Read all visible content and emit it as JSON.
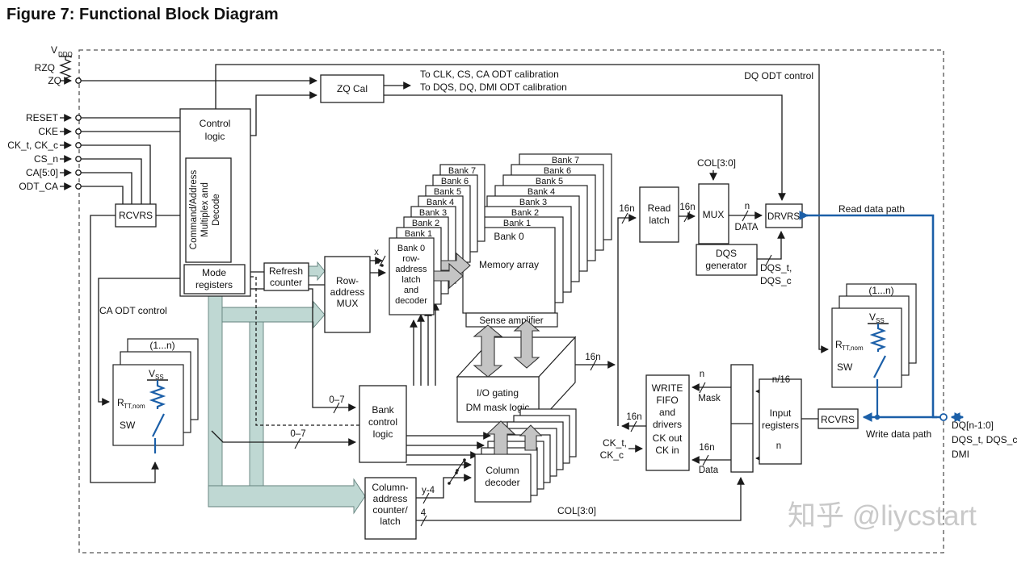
{
  "title": "Figure 7: Functional Block Diagram",
  "watermark": "知乎 @liycstart",
  "signals": {
    "vddq_base": "V",
    "vddq_sub": "DDQ",
    "rzq": "RZQ",
    "zq": "ZQ",
    "reset": "RESET",
    "cke": "CKE",
    "ck": "CK_t, CK_c",
    "cs": "CS_n",
    "ca": "CA[5:0]",
    "odt_ca": "ODT_CA"
  },
  "blocks": {
    "control_logic": [
      "Control",
      "logic"
    ],
    "cmd_addr": [
      "Command/Address",
      "Multiplex and",
      "Decode"
    ],
    "mode_registers": [
      "Mode",
      "registers"
    ],
    "rcvrs": "RCVRS",
    "zq_cal": "ZQ Cal",
    "refresh_counter": [
      "Refresh",
      "counter"
    ],
    "row_mux": [
      "Row-",
      "address",
      "MUX"
    ],
    "bank_latch": [
      "Bank 0",
      "row-",
      "address",
      "latch",
      "and",
      "decoder"
    ],
    "bank0": "Bank 0",
    "memory_array": "Memory array",
    "sense_amp": "Sense amplifier",
    "io_gating": [
      "I/O gating",
      "DM mask logic"
    ],
    "bank_control": [
      "Bank",
      "control",
      "logic"
    ],
    "column_decoder": [
      "Column",
      "decoder"
    ],
    "column_addr": [
      "Column-",
      "address",
      "counter/",
      "latch"
    ],
    "read_latch": [
      "Read",
      "latch"
    ],
    "mux": "MUX",
    "drvrs": "DRVRS",
    "dqs_generator": [
      "DQS",
      "generator"
    ],
    "write_fifo": [
      "WRITE",
      "FIFO",
      "and",
      "drivers",
      "CK out",
      "CK in"
    ],
    "input_registers": [
      "Input",
      "registers"
    ]
  },
  "banks": [
    "Bank 1",
    "Bank 2",
    "Bank 3",
    "Bank 4",
    "Bank 5",
    "Bank 6",
    "Bank 7"
  ],
  "labels": {
    "cal1": "To CLK, CS, CA ODT calibration",
    "cal2": "To DQS, DQ, DMI ODT calibration",
    "dq_odt": "DQ ODT control",
    "ca_odt": "CA ODT control",
    "read_path": "Read data path",
    "write_path": "Write data path",
    "col30": "COL[3:0]",
    "ck_t": "CK_t,",
    "ck_c": "CK_c",
    "dqs_t": "DQS_t,",
    "dqs_c": "DQS_c",
    "dq_pin": "DQ[n-1:0]",
    "dqs_pin": "DQS_t, DQS_c",
    "dmi_pin": "DMI",
    "one_n": "(1...n)",
    "sw": "SW",
    "vss_base": "V",
    "vss_sub": "SS",
    "rtt_base": "R",
    "rtt_sub": "TT,nom"
  },
  "buses": {
    "x": "x",
    "n": "n",
    "n16": "16n",
    "n_over_16": "n/16",
    "b07": "0–7",
    "y4": "y-4",
    "four": "4",
    "data_caps": "DATA",
    "mask": "Mask",
    "data": "Data"
  },
  "colors": {
    "teal": "#bfd8d3",
    "blue": "#1b5fa8",
    "gray": "#c4c4c4"
  }
}
